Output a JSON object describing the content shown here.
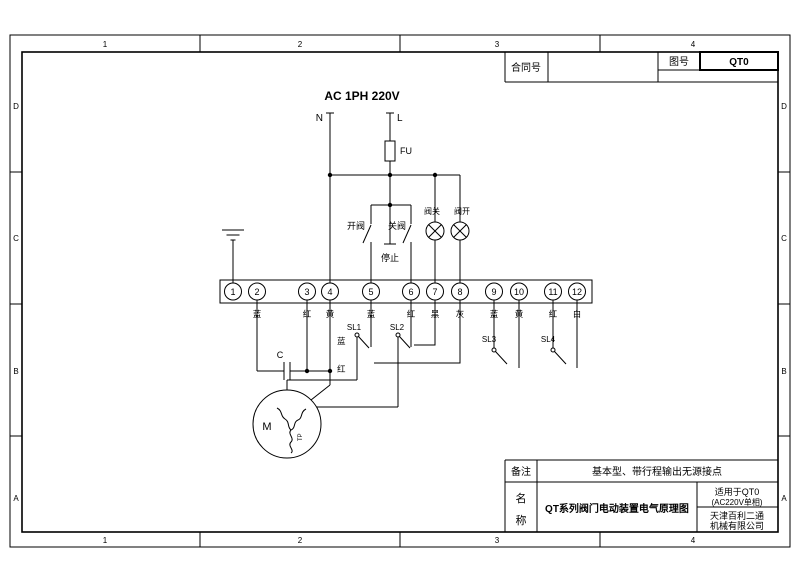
{
  "frame": {
    "zone_columns": [
      "1",
      "2",
      "3",
      "4"
    ],
    "zone_rows": [
      "D",
      "C",
      "B",
      "A"
    ]
  },
  "contract_block": {
    "contract_label": "合同号",
    "drawing_no_label": "图号",
    "drawing_no": "QT0"
  },
  "schematic": {
    "supply_label": "AC 1PH 220V",
    "neutral": "N",
    "live": "L",
    "fuse": "FU",
    "open_button": "开阀",
    "close_button": "关阀",
    "stop_button": "停止",
    "lamp_valve_closed": "阀关",
    "lamp_valve_open": "阀开",
    "terminals": [
      "1",
      "2",
      "3",
      "4",
      "5",
      "6",
      "7",
      "8",
      "9",
      "10",
      "11",
      "12"
    ],
    "wire_colors": [
      "",
      "蓝",
      "红",
      "黄",
      "蓝",
      "红",
      "黑",
      "灰",
      "蓝",
      "黄",
      "红",
      "白"
    ],
    "wire_label_blue": "蓝",
    "wire_label_red": "红",
    "capacitor": "C",
    "motor": "M",
    "thermal": "TP",
    "switches": [
      "SL1",
      "SL2",
      "SL3",
      "SL4"
    ]
  },
  "title_block": {
    "remark_label": "备注",
    "remark_value": "基本型、带行程输出无源接点",
    "name_label": [
      "名",
      "称"
    ],
    "drawing_title": "QT系列阀门电动装置电气原理图",
    "model_line1": "适用于QT0",
    "model_line2": "(AC220V单相)",
    "company_line1": "天津百利二通",
    "company_line2": "机械有限公司"
  }
}
